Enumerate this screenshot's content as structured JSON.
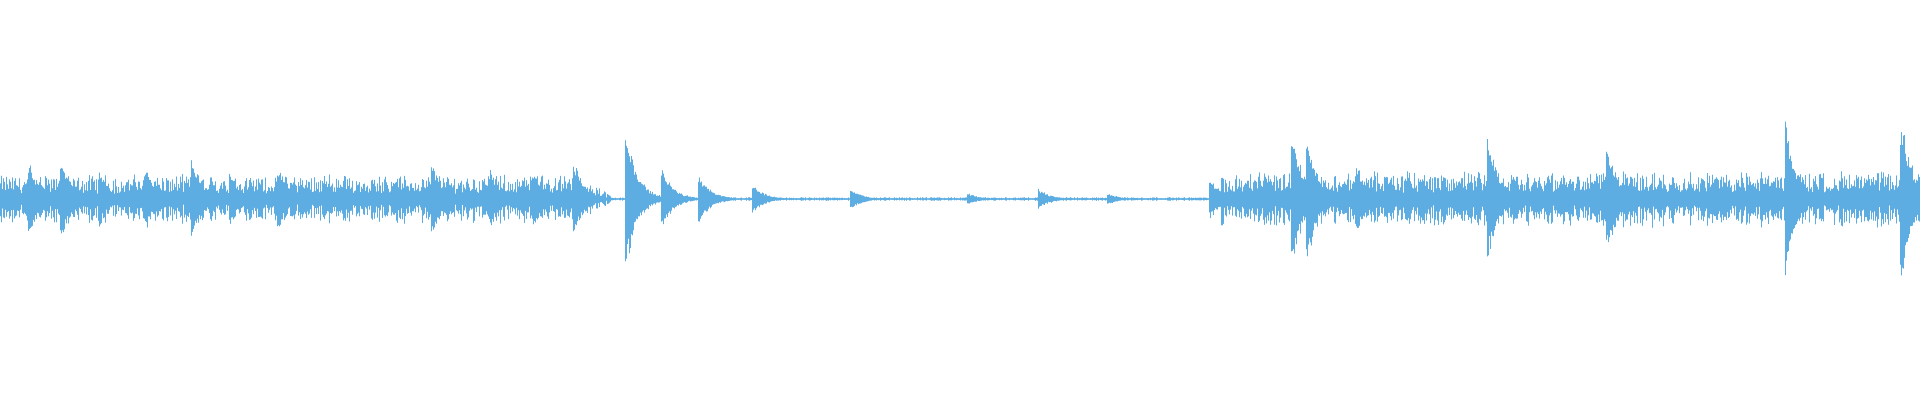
{
  "waveform": {
    "color": "#5dade2",
    "background": "#ffffff",
    "loud_segments": [
      {
        "start": 0.0,
        "end": 0.318,
        "level": 0.26
      },
      {
        "start": 0.635,
        "end": 1.0,
        "level": 0.3
      }
    ],
    "quiet_segment": {
      "start": 0.318,
      "end": 0.635,
      "level": 0.02
    },
    "peaks": [
      {
        "pos": 0.015,
        "amp": 0.5
      },
      {
        "pos": 0.032,
        "amp": 0.55
      },
      {
        "pos": 0.052,
        "amp": 0.38
      },
      {
        "pos": 0.076,
        "amp": 0.45
      },
      {
        "pos": 0.1,
        "amp": 0.55
      },
      {
        "pos": 0.12,
        "amp": 0.38
      },
      {
        "pos": 0.145,
        "amp": 0.42
      },
      {
        "pos": 0.168,
        "amp": 0.35
      },
      {
        "pos": 0.205,
        "amp": 0.3
      },
      {
        "pos": 0.225,
        "amp": 0.48
      },
      {
        "pos": 0.255,
        "amp": 0.42
      },
      {
        "pos": 0.278,
        "amp": 0.42
      },
      {
        "pos": 0.299,
        "amp": 0.5
      },
      {
        "pos": 0.326,
        "amp": 0.95
      },
      {
        "pos": 0.345,
        "amp": 0.4
      },
      {
        "pos": 0.364,
        "amp": 0.35
      },
      {
        "pos": 0.392,
        "amp": 0.2
      },
      {
        "pos": 0.443,
        "amp": 0.15
      },
      {
        "pos": 0.504,
        "amp": 0.08
      },
      {
        "pos": 0.541,
        "amp": 0.14
      },
      {
        "pos": 0.577,
        "amp": 0.08
      },
      {
        "pos": 0.63,
        "amp": 0.3
      },
      {
        "pos": 0.673,
        "amp": 0.95
      },
      {
        "pos": 0.681,
        "amp": 0.85
      },
      {
        "pos": 0.707,
        "amp": 0.45
      },
      {
        "pos": 0.775,
        "amp": 0.88
      },
      {
        "pos": 0.837,
        "amp": 0.82
      },
      {
        "pos": 0.93,
        "amp": 1.0
      },
      {
        "pos": 0.99,
        "amp": 1.15
      }
    ]
  }
}
